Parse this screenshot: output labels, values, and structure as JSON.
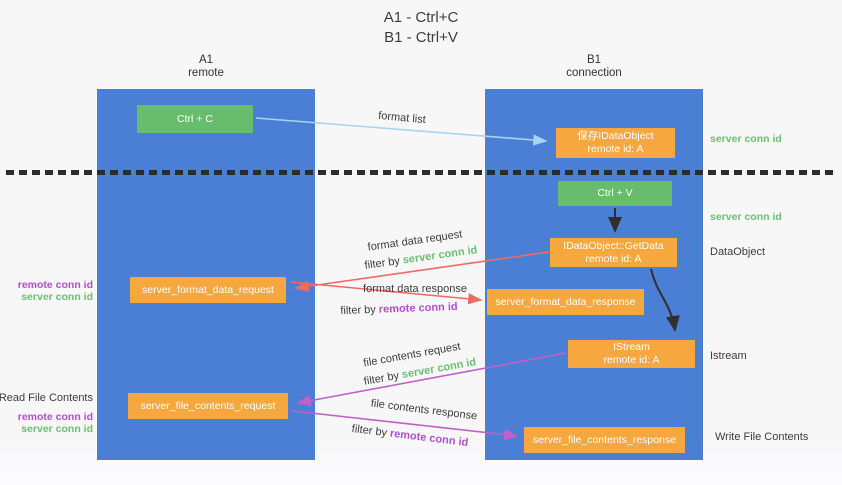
{
  "title": {
    "line1": "A1 - Ctrl+C",
    "line2": "B1 - Ctrl+V"
  },
  "lanes": {
    "left": {
      "name": "A1",
      "subtitle": "remote"
    },
    "right": {
      "name": "B1",
      "subtitle": "connection"
    }
  },
  "boxes": {
    "ctrl_c": {
      "label": "Ctrl + C"
    },
    "save_dataobject": {
      "line1": "保存IDataObject",
      "line2": "remote id: A"
    },
    "ctrl_v": {
      "label": "Ctrl + V"
    },
    "getdata": {
      "line1": "IDataObject::GetData",
      "line2": "remote id: A"
    },
    "format_request": {
      "label": "server_format_data_request"
    },
    "format_response": {
      "label": "server_format_data_response"
    },
    "istream": {
      "line1": "IStream",
      "line2": "remote id: A"
    },
    "file_request": {
      "label": "server_file_contents_request"
    },
    "file_response": {
      "label": "server_file_contents_response"
    }
  },
  "arrows": {
    "format_list": {
      "label": "format list"
    },
    "format_data_request": {
      "label": "format data request",
      "filter_prefix": "filter by",
      "filter_key": "server conn id"
    },
    "format_data_response": {
      "label": "format data response",
      "filter_prefix": "filter by",
      "filter_key": "remote conn id"
    },
    "file_contents_request": {
      "label": "file contents request",
      "filter_prefix": "filter by",
      "filter_key": "server conn id"
    },
    "file_contents_response": {
      "label": "file contents response",
      "filter_prefix": "filter by",
      "filter_key": "remote conn id"
    }
  },
  "side_labels": {
    "right_server_conn_top": "server conn id",
    "right_server_conn_mid": "server conn id",
    "dataobject": "DataObject",
    "istream": "Istream",
    "write_file_contents": "Write File Contents",
    "left_remote_conn_top": "remote conn id",
    "left_server_conn_top": "server conn id",
    "read_file_contents": "Read File Contents",
    "left_remote_conn_bottom": "remote conn id",
    "left_server_conn_bottom": "server conn id"
  },
  "colors": {
    "lane_blue": "#4a7fd5",
    "box_green": "#68bd6c",
    "box_orange": "#f6a73e",
    "arrow_red": "#ee6b61",
    "arrow_purple": "#c45fc8",
    "arrow_lightblue": "#a8d4f0",
    "arrow_black": "#2f2f2f",
    "text_green": "#6dbf70",
    "text_purple": "#b14fc9"
  }
}
